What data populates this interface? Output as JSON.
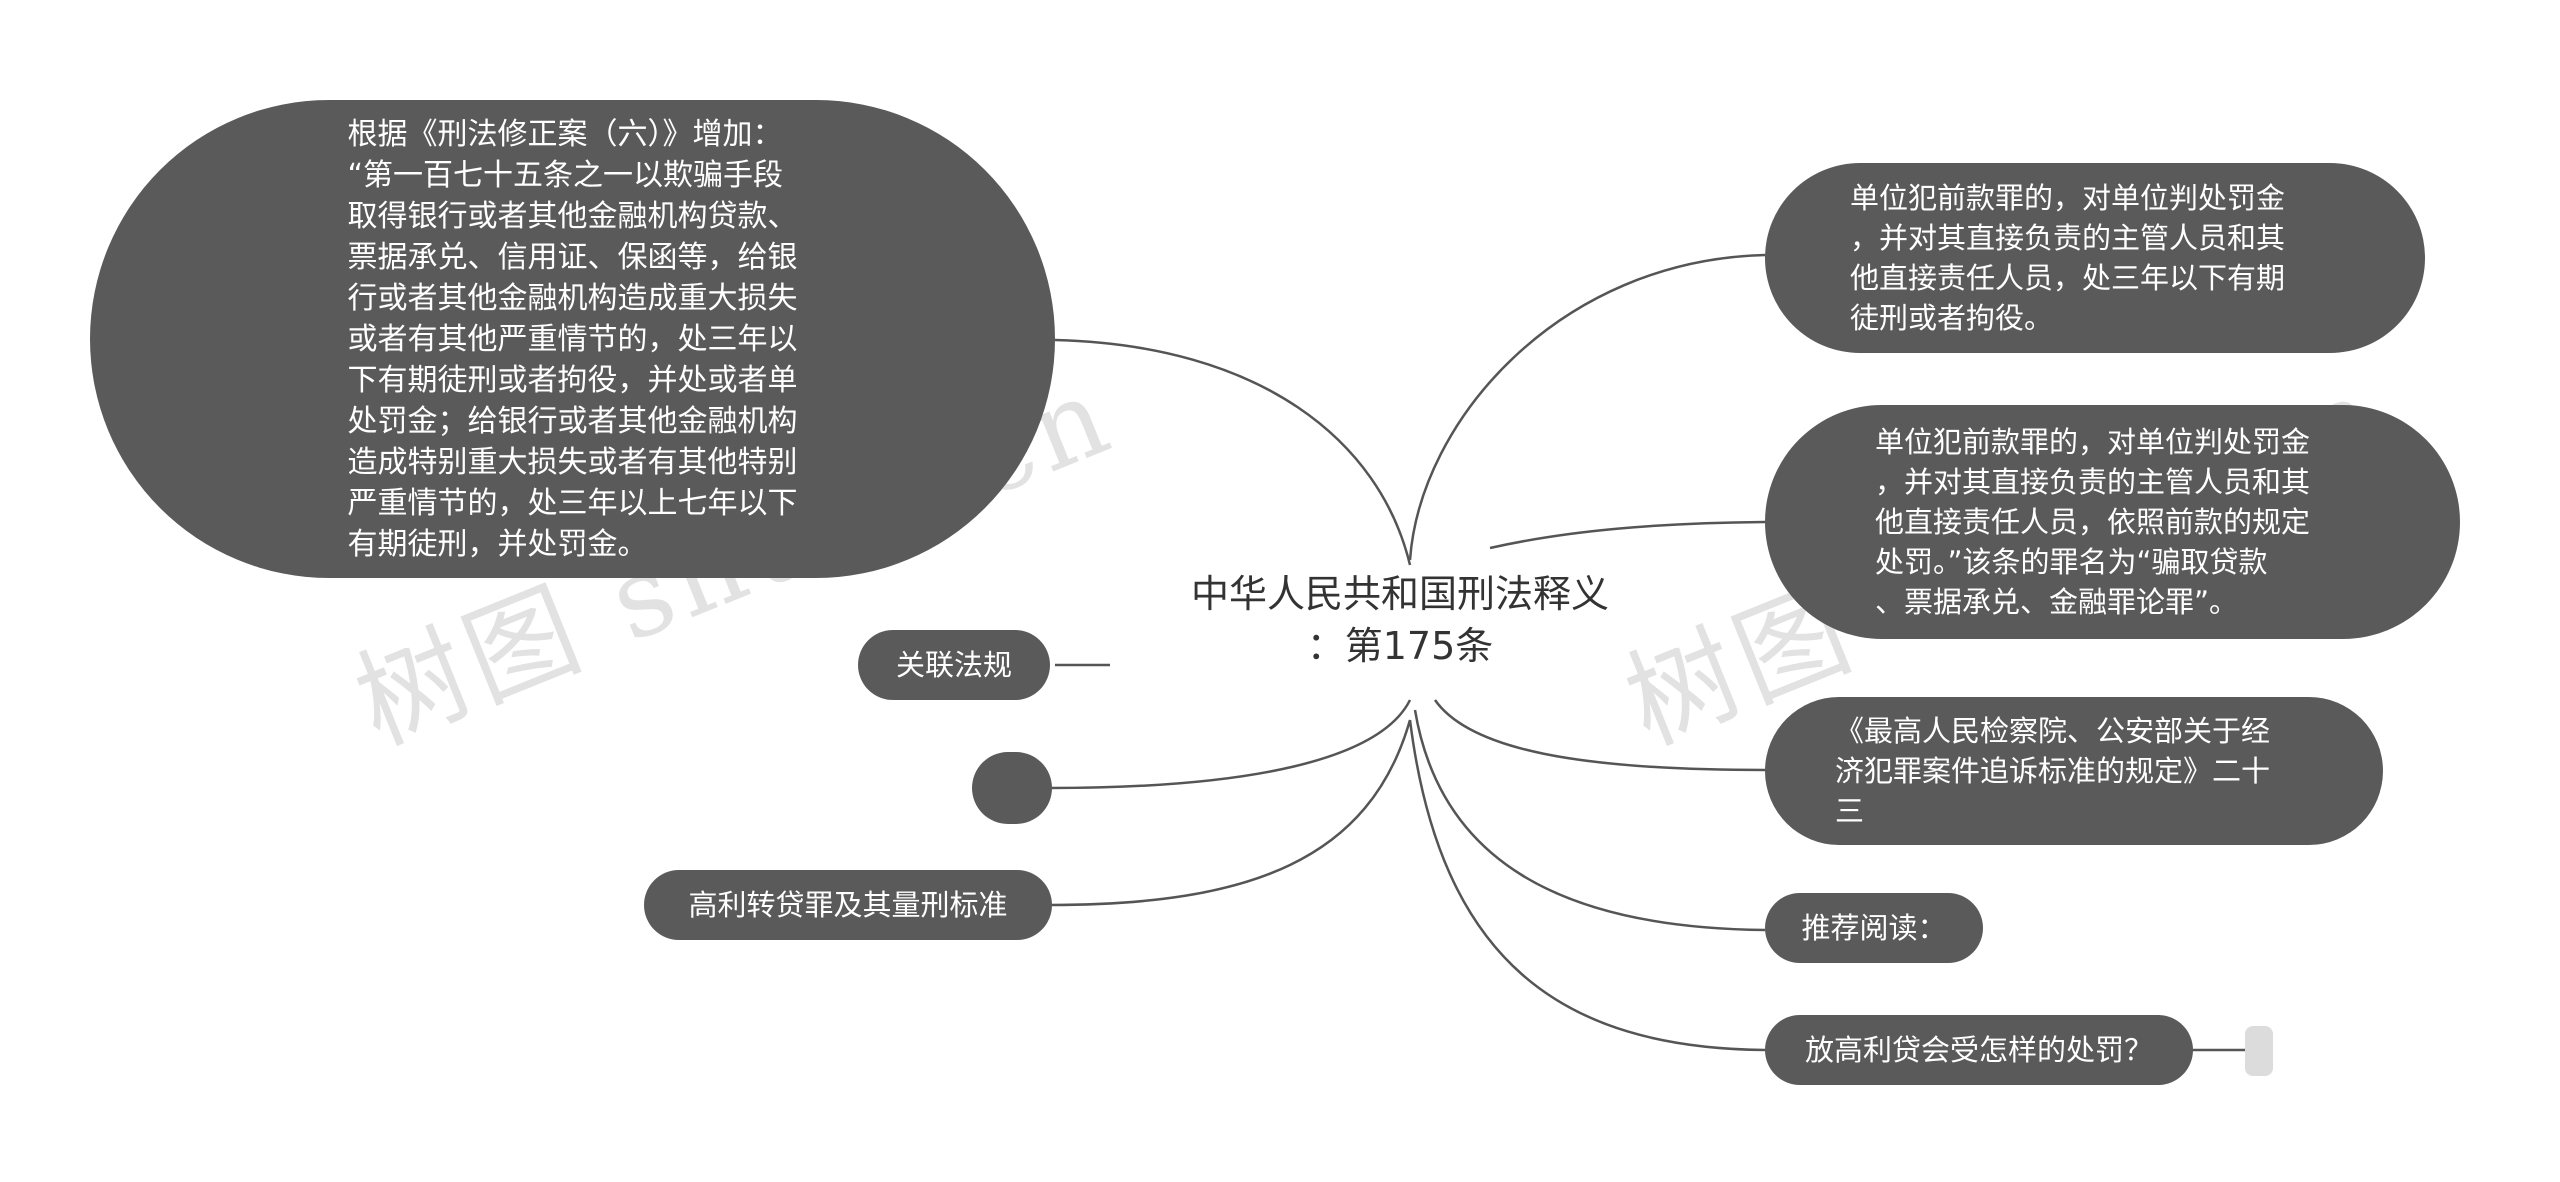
{
  "central_topic": "中华人民共和国刑法释义\n：第175条",
  "watermarks": [
    "树图 shutu.cn",
    "树图 shutu.cn"
  ],
  "left_nodes": {
    "law_text": "根据《刑法修正案（六）》增加：\n“第一百七十五条之一以欺骗手段\n取得银行或者其他金融机构贷款、\n票据承兑、信用证、保函等，给银\n行或者其他金融机构造成重大损失\n或者有其他严重情节的，处三年以\n下有期徒刑或者拘役，并处或者单\n处罚金；给银行或者其他金融机构\n造成特别重大损失或者有其他特别\n严重情节的，处三年以上七年以下\n有期徒刑，并处罚金。",
    "related_laws": "关联法规",
    "empty_node": "",
    "usury_node": "高利转贷罪及其量刑标准"
  },
  "right_nodes": {
    "unit_crime_1": "单位犯前款罪的，对单位判处罚金\n，并对其直接负责的主管人员和其\n他直接责任人员，处三年以下有期\n徒刑或者拘役。",
    "unit_crime_2": "单位犯前款罪的，对单位判处罚金\n，并对其直接负责的主管人员和其\n他直接责任人员，依照前款的规定\n处罚。”该条的罪名为“骗取贷款\n、票据承兑、金融罪论罪”。",
    "prosecution_standard": "《最高人民检察院、公安部关于经\n济犯罪案件追诉标准的规定》二十\n三",
    "recommended": "推荐阅读：",
    "loan_question": "放高利贷会受怎样的处罚？"
  },
  "colors": {
    "node_fill": "#5a5a5a",
    "connector": "#555555",
    "leaf_stub": "#dcdcdc",
    "text_dark": "#333333"
  }
}
